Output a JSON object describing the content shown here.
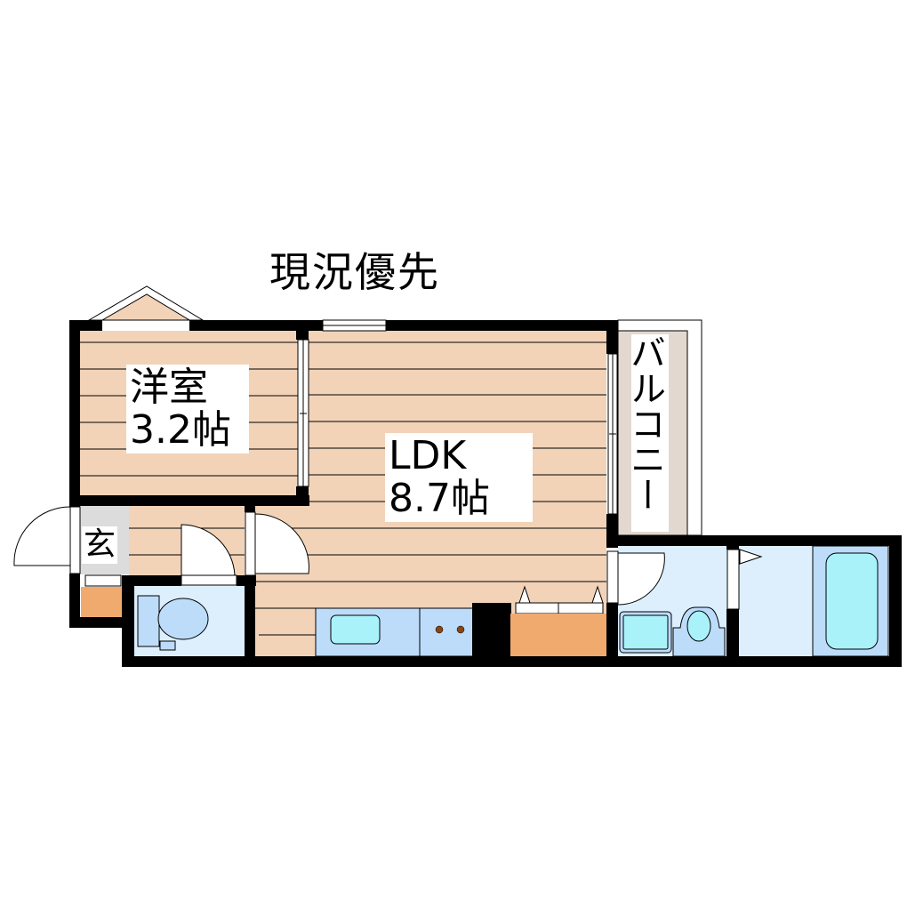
{
  "title": "現況優先",
  "rooms": {
    "western_room": {
      "name": "洋室",
      "size": "3.2帖"
    },
    "ldk": {
      "name": "LDK",
      "size": "8.7帖"
    },
    "entrance": {
      "name": "玄"
    },
    "balcony": {
      "name": "バルコニー"
    }
  },
  "colors": {
    "floor_wood": "#f2d3b8",
    "wet_area": "#ddeffd",
    "fixture_blue": "#bcdcfa",
    "fixture_cyan": "#aaf2fa",
    "storage_orange": "#f1aa6e",
    "entrance_gray": "#dcdcdc",
    "balcony_beige": "#e2d8d0",
    "wall": "#000000",
    "stove_brown": "#8b4513"
  }
}
